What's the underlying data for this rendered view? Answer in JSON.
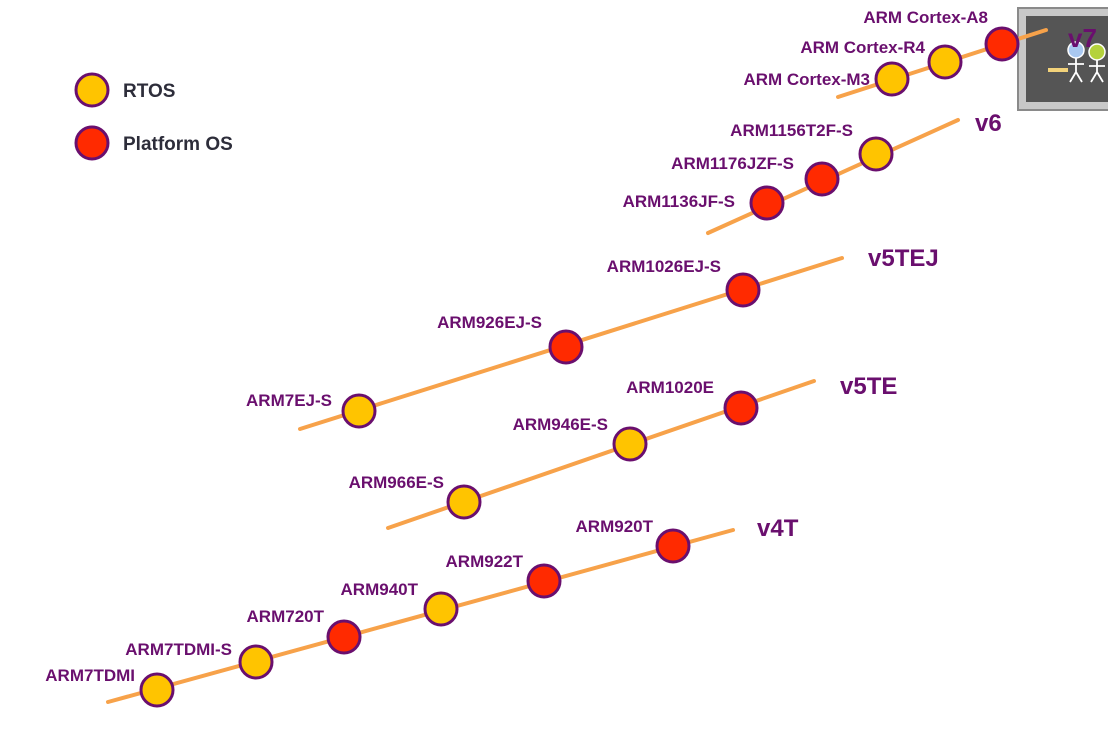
{
  "colors": {
    "rtos": "#ffc400",
    "platform_os": "#ff2a00",
    "node_ring": "#6a0f6e",
    "label": "#6a0f6e",
    "line": "#f7a24a",
    "legend_text": "#2d2d3a"
  },
  "legend": [
    {
      "label": "RTOS",
      "type": "rtos"
    },
    {
      "label": "Platform OS",
      "type": "platform_os"
    }
  ],
  "architectures": [
    {
      "name": "v7",
      "cores": [
        {
          "label": "ARM Cortex-A8",
          "type": "platform_os"
        },
        {
          "label": "ARM Cortex-R4",
          "type": "rtos"
        },
        {
          "label": "ARM Cortex-M3",
          "type": "rtos"
        }
      ]
    },
    {
      "name": "v6",
      "cores": [
        {
          "label": "ARM1156T2F-S",
          "type": "rtos"
        },
        {
          "label": "ARM1176JZF-S",
          "type": "platform_os"
        },
        {
          "label": "ARM1136JF-S",
          "type": "platform_os"
        }
      ]
    },
    {
      "name": "v5TEJ",
      "cores": [
        {
          "label": "ARM1026EJ-S",
          "type": "platform_os"
        },
        {
          "label": "ARM926EJ-S",
          "type": "platform_os"
        },
        {
          "label": "ARM7EJ-S",
          "type": "rtos"
        }
      ]
    },
    {
      "name": "v5TE",
      "cores": [
        {
          "label": "ARM1020E",
          "type": "platform_os"
        },
        {
          "label": "ARM946E-S",
          "type": "rtos"
        },
        {
          "label": "ARM966E-S",
          "type": "rtos"
        }
      ]
    },
    {
      "name": "v4T",
      "cores": [
        {
          "label": "ARM920T",
          "type": "platform_os"
        },
        {
          "label": "ARM922T",
          "type": "platform_os"
        },
        {
          "label": "ARM940T",
          "type": "rtos"
        },
        {
          "label": "ARM720T",
          "type": "platform_os"
        },
        {
          "label": "ARM7TDMI-S",
          "type": "rtos"
        },
        {
          "label": "ARM7TDMI",
          "type": "rtos"
        }
      ]
    }
  ]
}
